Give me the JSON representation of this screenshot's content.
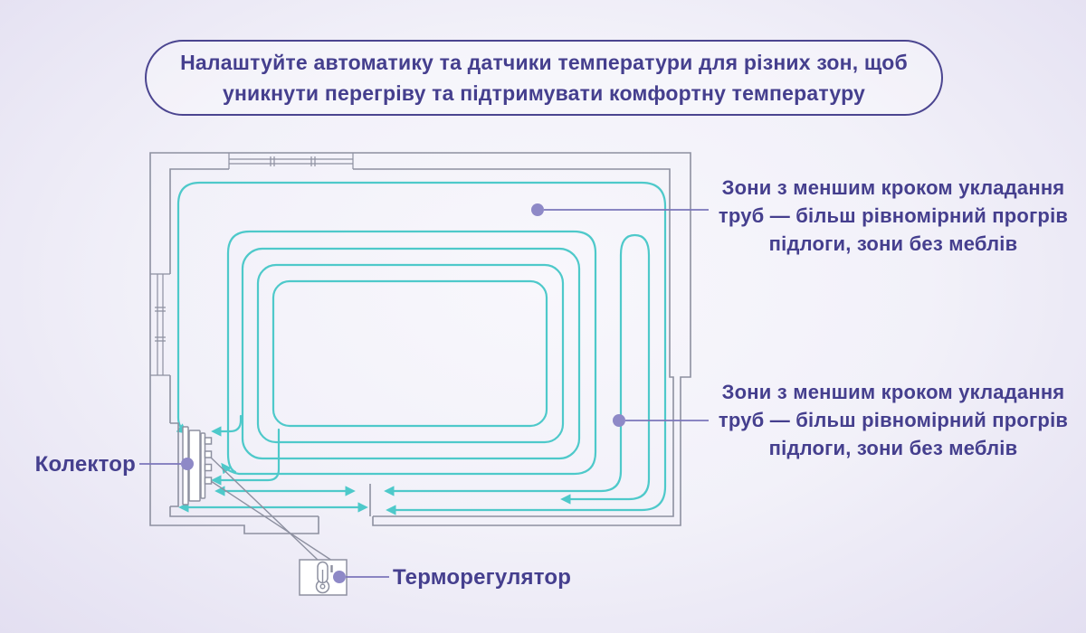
{
  "banner": {
    "text": "Налаштуйте автоматику та датчики температури для різних зон, щоб уникнути перегріву та підтримувати комфортну температуру"
  },
  "zones": [
    {
      "lines": [
        "Зони з меншим кроком укладання",
        "труб — більш рівномірний прогрів",
        "підлоги, зони без меблів"
      ]
    },
    {
      "lines": [
        "Зони з меншим кроком укладання",
        "труб — більш рівномірний прогрів",
        "підлоги, зони без меблів"
      ]
    }
  ],
  "labels": {
    "collector": "Колектор",
    "thermostat": "Терморегулятор"
  },
  "colors": {
    "pipe": "#4ec9ca",
    "wall": "#8d90a0",
    "accent_text": "#453f8e",
    "leader": "#7b76ba",
    "dot": "#8e89c7"
  }
}
